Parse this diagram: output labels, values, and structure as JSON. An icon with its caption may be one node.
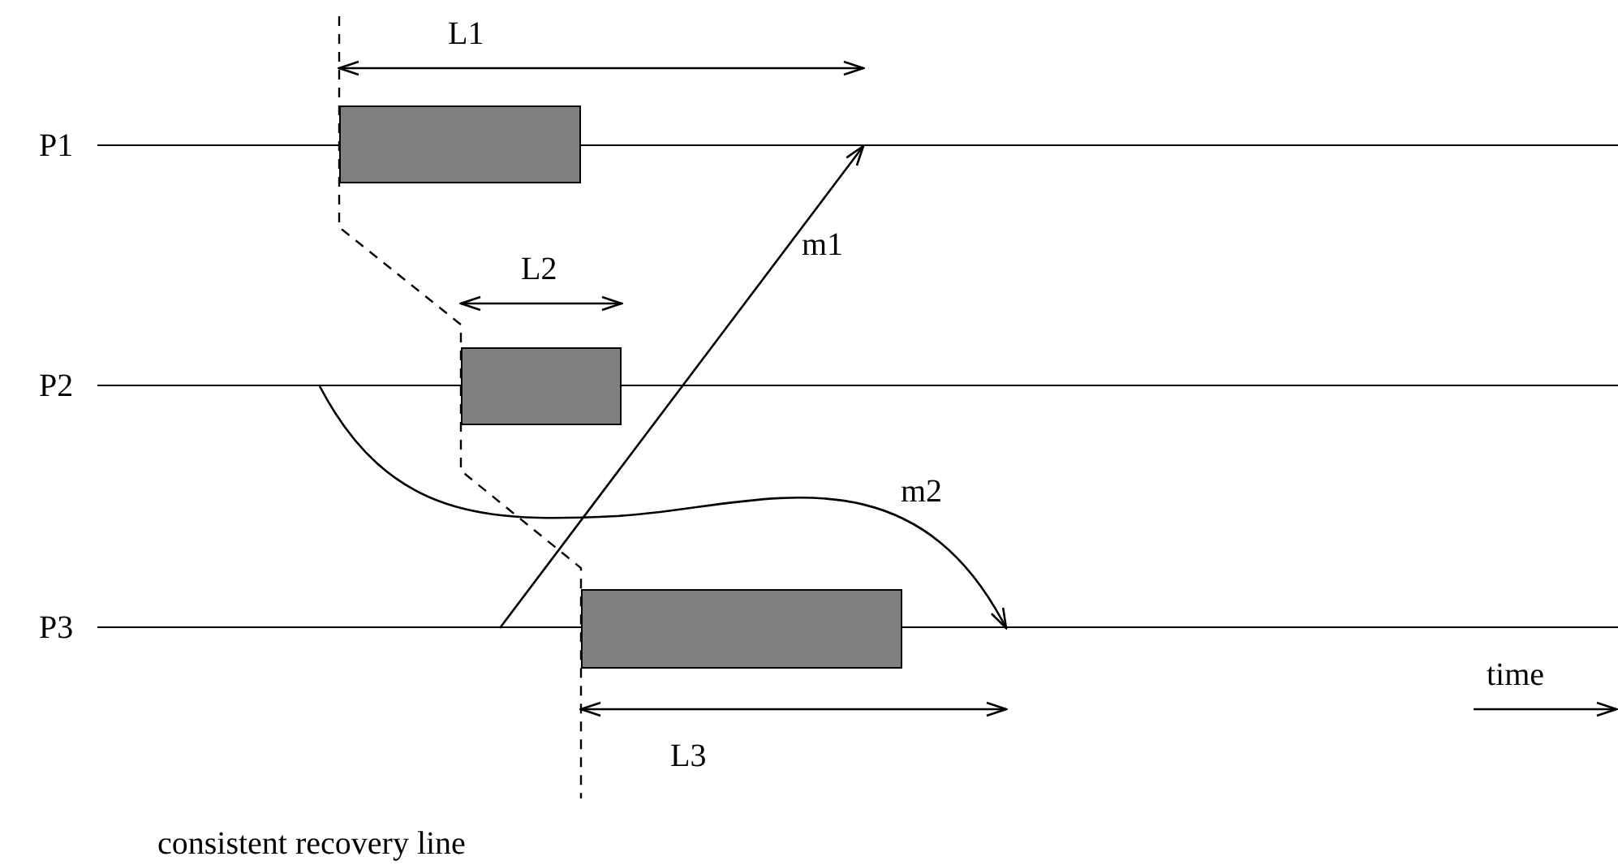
{
  "diagram": {
    "nodes": [
      {
        "text": [
          "P1"
        ]
      },
      {
        "text": [
          "P2"
        ]
      },
      {
        "text": [
          "P3"
        ]
      },
      {
        "text": [],
        "shape": "box"
      },
      {
        "text": [],
        "shape": "box"
      },
      {
        "text": [],
        "shape": "box"
      }
    ],
    "edges": [
      {
        "from": 2,
        "to": 0,
        "arrow": "to",
        "label": "m1"
      },
      {
        "from": 1,
        "to": 2,
        "arrow": "to",
        "label": "m2"
      }
    ],
    "labels": [
      "L1",
      "L2",
      "time",
      "L3",
      "consistent recovery line"
    ]
  }
}
